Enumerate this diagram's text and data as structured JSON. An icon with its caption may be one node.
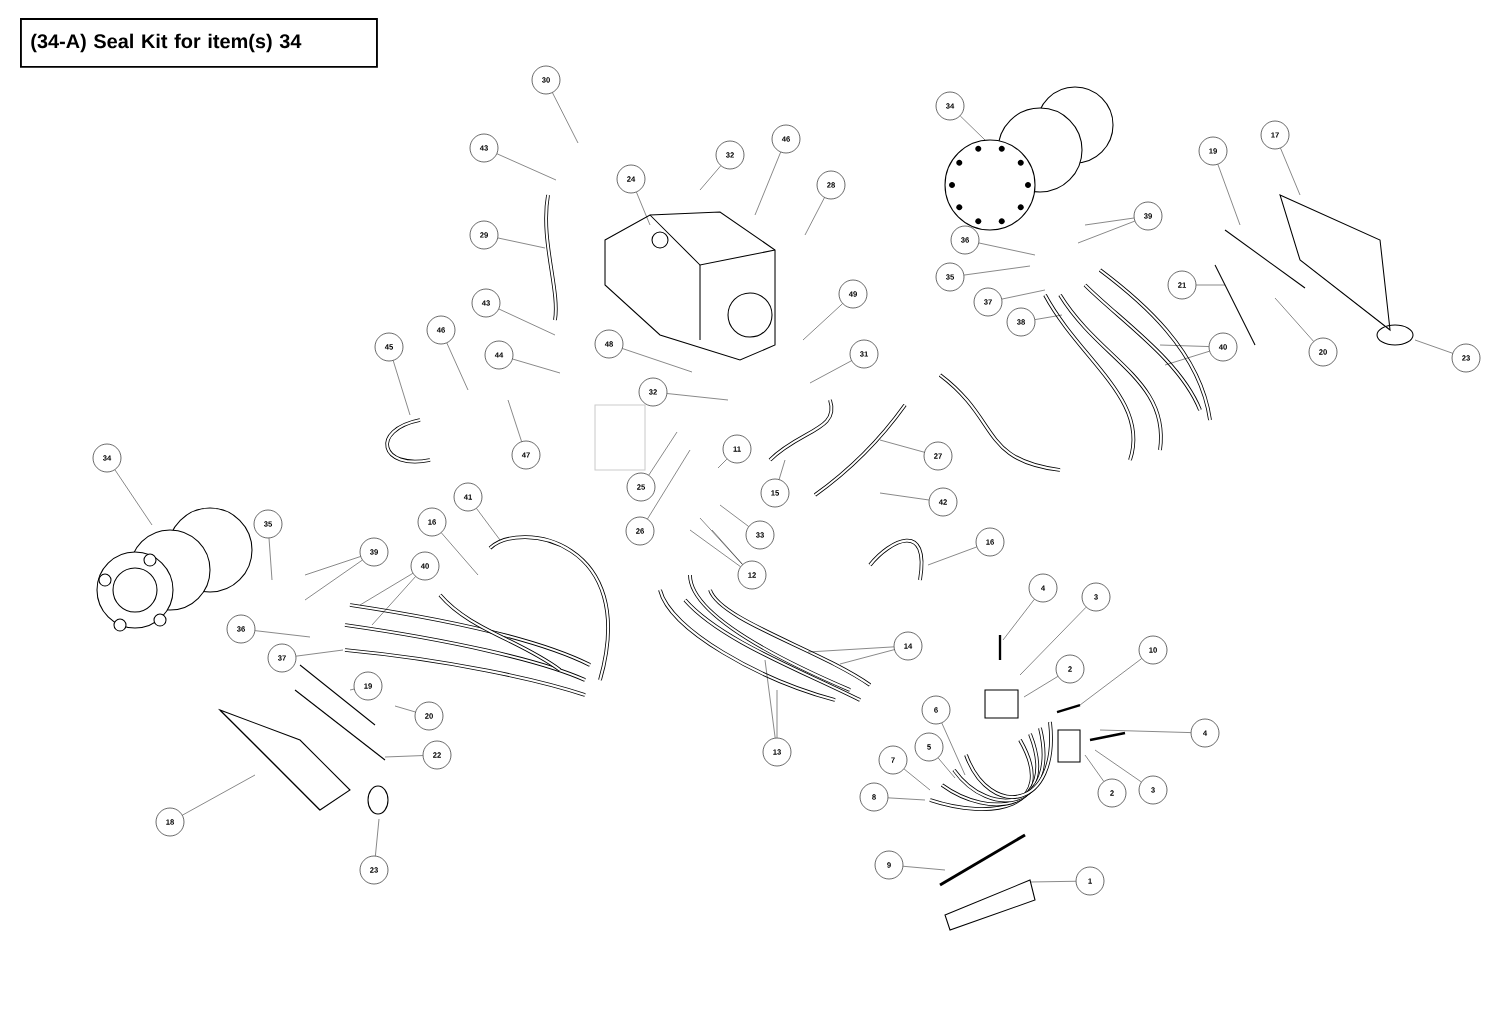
{
  "diagram": {
    "title": "(34-A) Seal Kit for item(s) 34",
    "nodes": [
      {
        "text": [
          "30"
        ]
      },
      {
        "text": [
          "43"
        ]
      },
      {
        "text": [
          "24"
        ]
      },
      {
        "text": [
          "32"
        ]
      },
      {
        "text": [
          "46"
        ]
      },
      {
        "text": [
          "28"
        ]
      },
      {
        "text": [
          "29"
        ]
      },
      {
        "text": [
          "34"
        ]
      },
      {
        "text": [
          "39"
        ]
      },
      {
        "text": [
          "36"
        ]
      },
      {
        "text": [
          "35"
        ]
      },
      {
        "text": [
          "37"
        ]
      },
      {
        "text": [
          "38"
        ]
      },
      {
        "text": [
          "19"
        ]
      },
      {
        "text": [
          "17"
        ]
      },
      {
        "text": [
          "21"
        ]
      },
      {
        "text": [
          "20"
        ]
      },
      {
        "text": [
          "40"
        ]
      },
      {
        "text": [
          "23"
        ]
      },
      {
        "text": [
          "49"
        ]
      },
      {
        "text": [
          "43"
        ]
      },
      {
        "text": [
          "44"
        ]
      },
      {
        "text": [
          "48"
        ]
      },
      {
        "text": [
          "31"
        ]
      },
      {
        "text": [
          "32"
        ]
      },
      {
        "text": [
          "45"
        ]
      },
      {
        "text": [
          "46"
        ]
      },
      {
        "text": [
          "47"
        ]
      },
      {
        "text": [
          "25"
        ]
      },
      {
        "text": [
          "26"
        ]
      },
      {
        "text": [
          "11"
        ]
      },
      {
        "text": [
          "15"
        ]
      },
      {
        "text": [
          "27"
        ]
      },
      {
        "text": [
          "42"
        ]
      },
      {
        "text": [
          "33"
        ]
      },
      {
        "text": [
          "12"
        ]
      },
      {
        "text": [
          "16"
        ]
      },
      {
        "text": [
          "34"
        ]
      },
      {
        "text": [
          "35"
        ]
      },
      {
        "text": [
          "39"
        ]
      },
      {
        "text": [
          "40"
        ]
      },
      {
        "text": [
          "16"
        ]
      },
      {
        "text": [
          "41"
        ]
      },
      {
        "text": [
          "36"
        ]
      },
      {
        "text": [
          "37"
        ]
      },
      {
        "text": [
          "19"
        ]
      },
      {
        "text": [
          "20"
        ]
      },
      {
        "text": [
          "22"
        ]
      },
      {
        "text": [
          "18"
        ]
      },
      {
        "text": [
          "23"
        ]
      },
      {
        "text": [
          "14"
        ]
      },
      {
        "text": [
          "13"
        ]
      },
      {
        "text": [
          "4"
        ]
      },
      {
        "text": [
          "3"
        ]
      },
      {
        "text": [
          "10"
        ]
      },
      {
        "text": [
          "2"
        ]
      },
      {
        "text": [
          "6"
        ]
      },
      {
        "text": [
          "5"
        ]
      },
      {
        "text": [
          "7"
        ]
      },
      {
        "text": [
          "8"
        ]
      },
      {
        "text": [
          "4"
        ]
      },
      {
        "text": [
          "2"
        ]
      },
      {
        "text": [
          "3"
        ]
      },
      {
        "text": [
          "9"
        ]
      },
      {
        "text": [
          "1"
        ]
      }
    ],
    "edges": [
      {
        "from": 0,
        "to": null,
        "arrow": "none"
      },
      {
        "from": 1,
        "to": null,
        "arrow": "none"
      },
      {
        "from": 2,
        "to": null,
        "arrow": "none"
      },
      {
        "from": 3,
        "to": null,
        "arrow": "none"
      },
      {
        "from": 4,
        "to": null,
        "arrow": "none"
      },
      {
        "from": 5,
        "to": null,
        "arrow": "none"
      },
      {
        "from": 6,
        "to": null,
        "arrow": "none"
      },
      {
        "from": 7,
        "to": null,
        "arrow": "none"
      },
      {
        "from": 8,
        "to": null,
        "arrow": "none"
      },
      {
        "from": 8,
        "to": null,
        "arrow": "none"
      },
      {
        "from": 9,
        "to": null,
        "arrow": "none"
      },
      {
        "from": 10,
        "to": null,
        "arrow": "none"
      },
      {
        "from": 11,
        "to": null,
        "arrow": "none"
      },
      {
        "from": 12,
        "to": null,
        "arrow": "none"
      },
      {
        "from": 13,
        "to": null,
        "arrow": "none"
      },
      {
        "from": 14,
        "to": null,
        "arrow": "none"
      },
      {
        "from": 15,
        "to": null,
        "arrow": "none"
      },
      {
        "from": 16,
        "to": null,
        "arrow": "none"
      },
      {
        "from": 17,
        "to": null,
        "arrow": "none"
      },
      {
        "from": 17,
        "to": null,
        "arrow": "none"
      },
      {
        "from": 18,
        "to": null,
        "arrow": "none"
      },
      {
        "from": 19,
        "to": null,
        "arrow": "none"
      },
      {
        "from": 20,
        "to": null,
        "arrow": "none"
      },
      {
        "from": 21,
        "to": null,
        "arrow": "none"
      },
      {
        "from": 22,
        "to": null,
        "arrow": "none"
      },
      {
        "from": 23,
        "to": null,
        "arrow": "none"
      },
      {
        "from": 24,
        "to": null,
        "arrow": "none"
      },
      {
        "from": 25,
        "to": null,
        "arrow": "none"
      },
      {
        "from": 26,
        "to": null,
        "arrow": "none"
      },
      {
        "from": 27,
        "to": null,
        "arrow": "none"
      },
      {
        "from": 28,
        "to": null,
        "arrow": "none"
      },
      {
        "from": 29,
        "to": null,
        "arrow": "none"
      },
      {
        "from": 30,
        "to": null,
        "arrow": "none"
      },
      {
        "from": 31,
        "to": null,
        "arrow": "none"
      },
      {
        "from": 32,
        "to": null,
        "arrow": "none"
      },
      {
        "from": 33,
        "to": null,
        "arrow": "none"
      },
      {
        "from": 34,
        "to": null,
        "arrow": "none"
      },
      {
        "from": 35,
        "to": null,
        "arrow": "none"
      },
      {
        "from": 35,
        "to": null,
        "arrow": "none"
      },
      {
        "from": 35,
        "to": null,
        "arrow": "none"
      },
      {
        "from": 36,
        "to": null,
        "arrow": "none"
      },
      {
        "from": 37,
        "to": null,
        "arrow": "none"
      },
      {
        "from": 38,
        "to": null,
        "arrow": "none"
      },
      {
        "from": 39,
        "to": null,
        "arrow": "none"
      },
      {
        "from": 39,
        "to": null,
        "arrow": "none"
      },
      {
        "from": 40,
        "to": null,
        "arrow": "none"
      },
      {
        "from": 40,
        "to": null,
        "arrow": "none"
      },
      {
        "from": 41,
        "to": null,
        "arrow": "none"
      },
      {
        "from": 42,
        "to": null,
        "arrow": "none"
      },
      {
        "from": 43,
        "to": null,
        "arrow": "none"
      },
      {
        "from": 44,
        "to": null,
        "arrow": "none"
      },
      {
        "from": 45,
        "to": null,
        "arrow": "none"
      },
      {
        "from": 46,
        "to": null,
        "arrow": "none"
      },
      {
        "from": 47,
        "to": null,
        "arrow": "none"
      },
      {
        "from": 48,
        "to": null,
        "arrow": "none"
      },
      {
        "from": 49,
        "to": null,
        "arrow": "none"
      },
      {
        "from": 50,
        "to": null,
        "arrow": "none"
      },
      {
        "from": 50,
        "to": null,
        "arrow": "none"
      },
      {
        "from": 51,
        "to": null,
        "arrow": "none"
      },
      {
        "from": 51,
        "to": null,
        "arrow": "none"
      },
      {
        "from": 52,
        "to": null,
        "arrow": "none"
      },
      {
        "from": 53,
        "to": null,
        "arrow": "none"
      },
      {
        "from": 54,
        "to": null,
        "arrow": "none"
      },
      {
        "from": 55,
        "to": null,
        "arrow": "none"
      },
      {
        "from": 56,
        "to": null,
        "arrow": "none"
      },
      {
        "from": 57,
        "to": null,
        "arrow": "none"
      },
      {
        "from": 58,
        "to": null,
        "arrow": "none"
      },
      {
        "from": 59,
        "to": null,
        "arrow": "none"
      },
      {
        "from": 60,
        "to": null,
        "arrow": "none"
      },
      {
        "from": 61,
        "to": null,
        "arrow": "none"
      },
      {
        "from": 62,
        "to": null,
        "arrow": "none"
      },
      {
        "from": 63,
        "to": null,
        "arrow": "none"
      },
      {
        "from": 64,
        "to": null,
        "arrow": "none"
      }
    ]
  }
}
